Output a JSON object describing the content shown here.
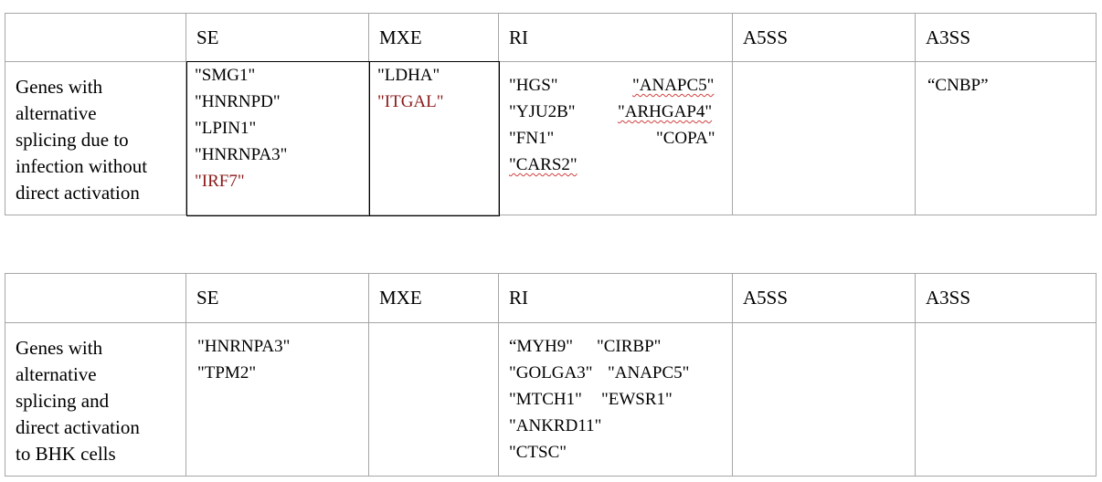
{
  "tables": [
    {
      "headers": [
        "",
        "SE",
        "MXE",
        "RI",
        "A5SS",
        "A3SS"
      ],
      "row_label": "Genes with alternative splicing due to infection without direct activation",
      "row_label_lines": [
        "Genes with",
        "alternative",
        "splicing due to",
        "infection without",
        "direct activation"
      ],
      "se": [
        "\"SMG1\"",
        "\"HNRNPD\"",
        "\"LPIN1\"",
        "\"HNRNPA3\"",
        "\"IRF7\""
      ],
      "se_highlight": "\"IRF7\"",
      "mxe": [
        "\"LDHA\"",
        "\"ITGAL\""
      ],
      "mxe_highlight": "\"ITGAL\"",
      "ri": [
        [
          "\"HGS\"",
          "\"ANAPC5\""
        ],
        [
          "\"YJU2B\"",
          "\"ARHGAP4\""
        ],
        [
          "\"FN1\"",
          "\"COPA\""
        ],
        [
          "\"CARS2\""
        ]
      ],
      "a5ss": [],
      "a3ss": [
        "“CNBP”"
      ]
    },
    {
      "headers": [
        "",
        "SE",
        "MXE",
        "RI",
        "A5SS",
        "A3SS"
      ],
      "row_label": "Genes with alternative splicing and direct activation to BHK cells",
      "row_label_lines": [
        "Genes with",
        "alternative",
        "splicing and",
        "direct activation",
        "to BHK cells"
      ],
      "se": [
        "\"HNRNPA3\"",
        "\"TPM2\""
      ],
      "mxe": [],
      "ri": [
        [
          "“MYH9\"",
          "\"CIRBP\""
        ],
        [
          "\"GOLGA3\"",
          "\"ANAPC5\""
        ],
        [
          "\"MTCH1\"",
          "\"EWSR1\""
        ],
        [
          "\"ANKRD11\""
        ],
        [
          "\"CTSC\""
        ]
      ],
      "a5ss": [],
      "a3ss": []
    }
  ],
  "colors": {
    "grid": "#a6a6a6",
    "highlight_text": "#8b1a1a",
    "spellcheck_underline": "#d04040"
  }
}
